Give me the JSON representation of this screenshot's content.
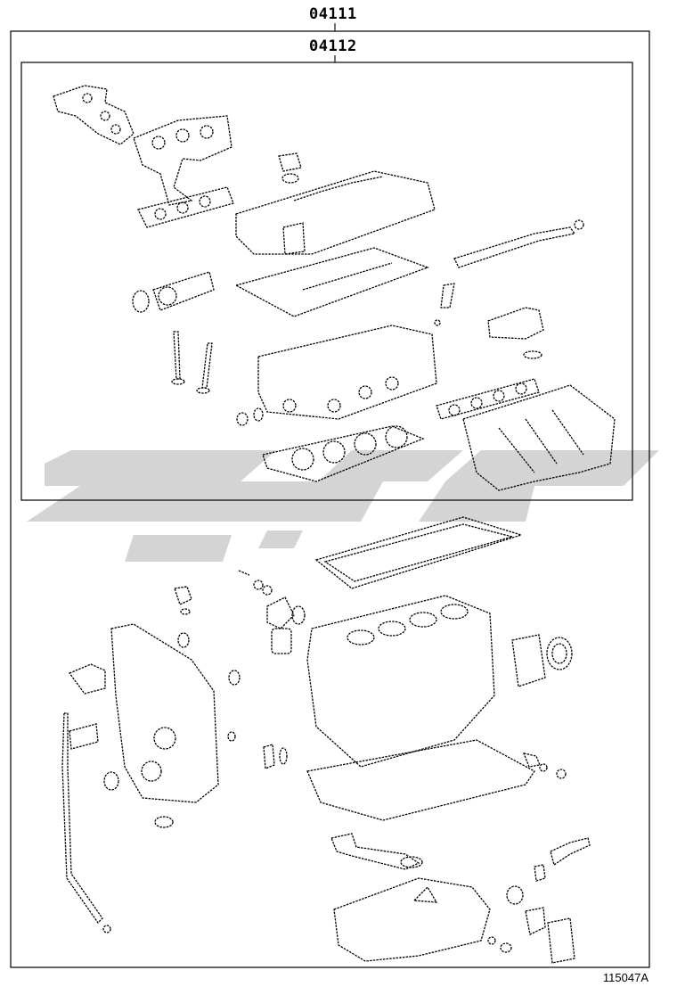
{
  "diagram": {
    "part_numbers": {
      "outer_kit": "04111",
      "inner_kit": "04112"
    },
    "reference_id": "115047A",
    "watermark_color": "#d4d4d4",
    "line_color": "#000000"
  }
}
